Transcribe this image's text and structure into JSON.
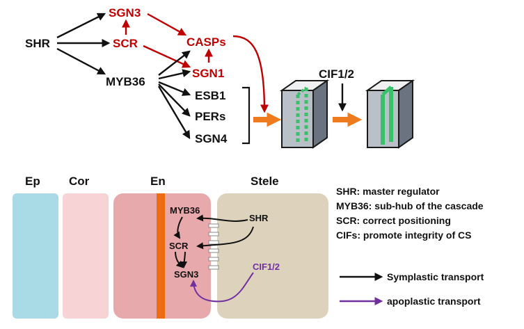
{
  "colors": {
    "black": "#111111",
    "red": "#c00000",
    "orange": "#ee7b1d",
    "green": "#39c16a",
    "purple": "#7030a0",
    "ep_fill": "#a8dbe5",
    "cor_fill": "#f7d3d6",
    "en_fill": "#e8a9ac",
    "stele_fill": "#ddd3bd",
    "casparian": "#ed6c12"
  },
  "network": {
    "shr": "SHR",
    "sgn3": "SGN3",
    "scr": "SCR",
    "casps": "CASPs",
    "sgn1": "SGN1",
    "myb36": "MYB36",
    "esb1": "ESB1",
    "pers": "PERs",
    "sgn4": "SGN4",
    "cif": "CIF1/2"
  },
  "cells": {
    "ep": "Ep",
    "cor": "Cor",
    "en": "En",
    "stele": "Stele"
  },
  "cell_labels": {
    "myb36": "MYB36",
    "shr": "SHR",
    "scr": "SCR",
    "sgn3": "SGN3",
    "cif": "CIF1/2"
  },
  "legend": {
    "lines": [
      "SHR: master regulator",
      "MYB36: sub-hub of the cascade",
      "SCR: correct positioning",
      "CIFs: promote integrity of CS"
    ],
    "symplastic": "Symplastic transport",
    "apoplastic": "apoplastic transport"
  }
}
